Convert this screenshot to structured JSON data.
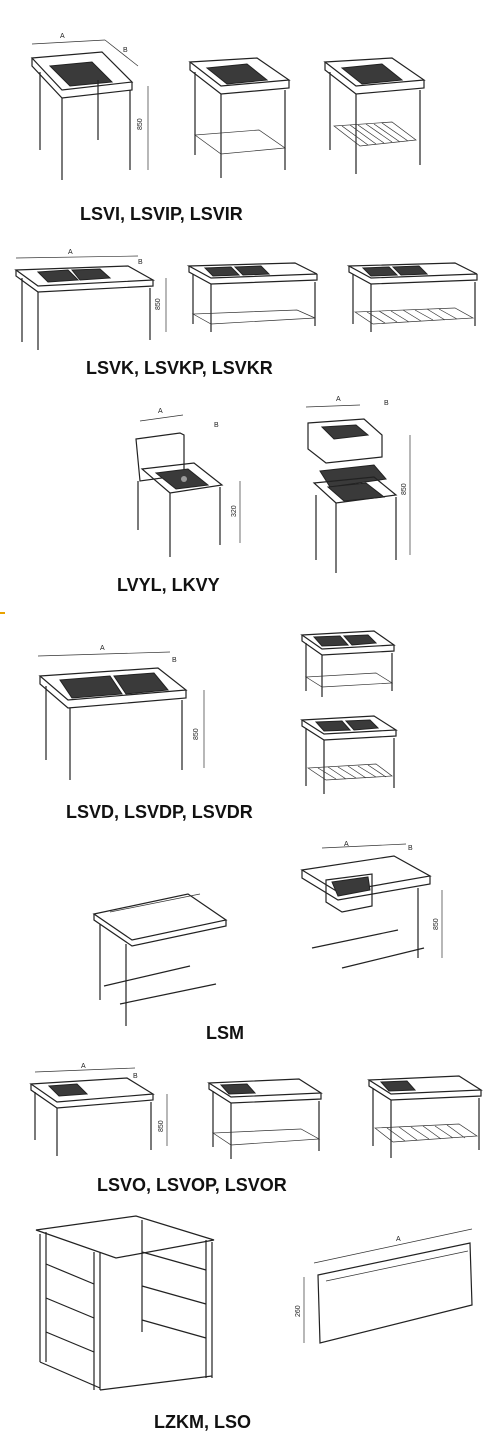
{
  "captions": {
    "row1": "LSVI, LSVIP, LSVIR",
    "row2": "LSVK, LSVKP, LSVKR",
    "row3": "LVYL, LKVY",
    "row4": "LSVD, LSVDP, LSVDR",
    "row5": "LSM",
    "row6": "LSVO, LSVOP, LSVOR",
    "row7": "LZKM, LSO"
  },
  "dimensions": {
    "a": "A",
    "b": "B",
    "h850": "850",
    "h850r3": "850",
    "h800": "850",
    "h320": "320",
    "h260": "260"
  },
  "colors": {
    "line": "#222222",
    "basin": "#3a3a3a",
    "accent": "#e8a200"
  }
}
